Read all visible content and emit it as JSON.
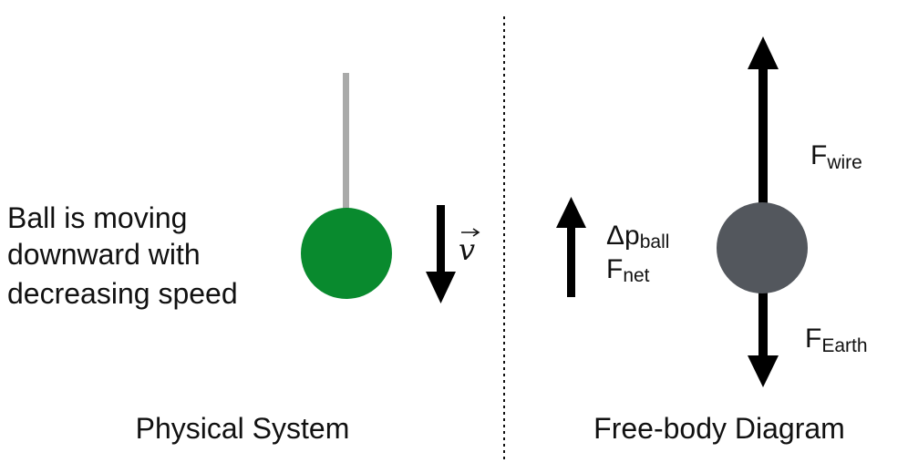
{
  "physical_system": {
    "caption": "Physical System",
    "description_lines": [
      "Ball is moving",
      "downward with",
      "decreasing speed"
    ],
    "velocity_label": "v",
    "ball_color": "#098A2E",
    "wire_color": "#A9AAA9"
  },
  "free_body_diagram": {
    "caption": "Free-body Diagram",
    "ball_color": "#53575D",
    "momentum_label": {
      "base": "Δp",
      "sub": "ball"
    },
    "net_force_label": {
      "base": "F",
      "sub": "net"
    },
    "wire_force_label": {
      "base": "F",
      "sub": "wire"
    },
    "earth_force_label": {
      "base": "F",
      "sub": "Earth"
    }
  },
  "colors": {
    "arrow": "#000000",
    "divider": "#111111"
  }
}
